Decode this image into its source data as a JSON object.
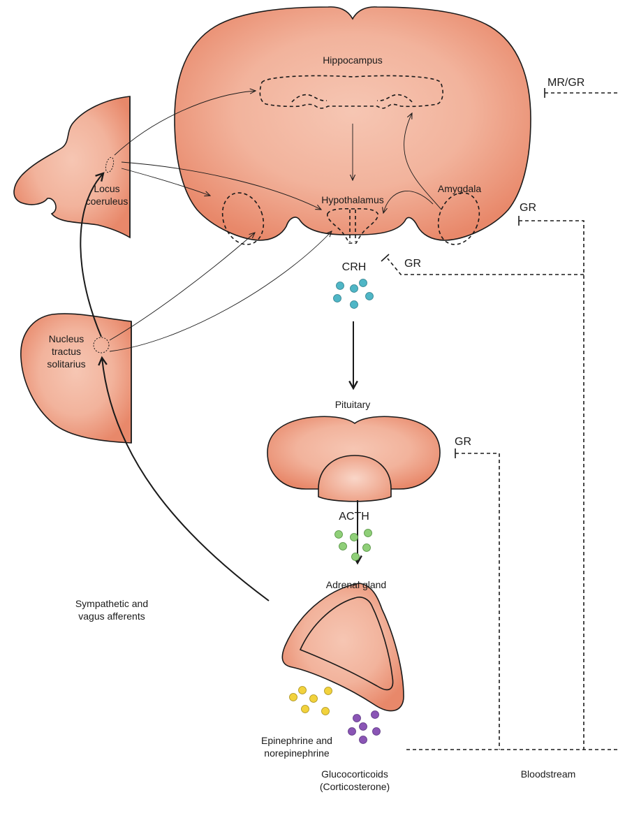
{
  "labels": {
    "hippocampus": "Hippocampus",
    "hypothalamus": "Hypothalamus",
    "amygdala": "Amygdala",
    "locus_coeruleus_1": "Locus",
    "locus_coeruleus_2": "coeruleus",
    "nts_1": "Nucleus",
    "nts_2": "tractus",
    "nts_3": "solitarius",
    "crh": "CRH",
    "pituitary": "Pituitary",
    "acth": "ACTH",
    "adrenal": "Adrenal gland",
    "afferents_1": "Sympathetic and",
    "afferents_2": "vagus afferents",
    "catecholamines_1": "Epinephrine and",
    "catecholamines_2": "norepinephrine",
    "glucocorticoids_1": "Glucocorticoids",
    "glucocorticoids_2": "(Corticosterone)",
    "bloodstream": "Bloodstream",
    "receptor_hippocampus": "MR/GR",
    "receptor_amygdala": "GR",
    "receptor_hypothalamus": "GR",
    "receptor_pituitary": "GR"
  },
  "colors": {
    "organ_center": "#f6c6b3",
    "organ_edge": "#e8886a",
    "crh": "#4fb6c6",
    "acth": "#8fcf78",
    "epinephrine": "#f2d23c",
    "glucocorticoid": "#8a55b5",
    "stroke": "#1a1a1a"
  }
}
